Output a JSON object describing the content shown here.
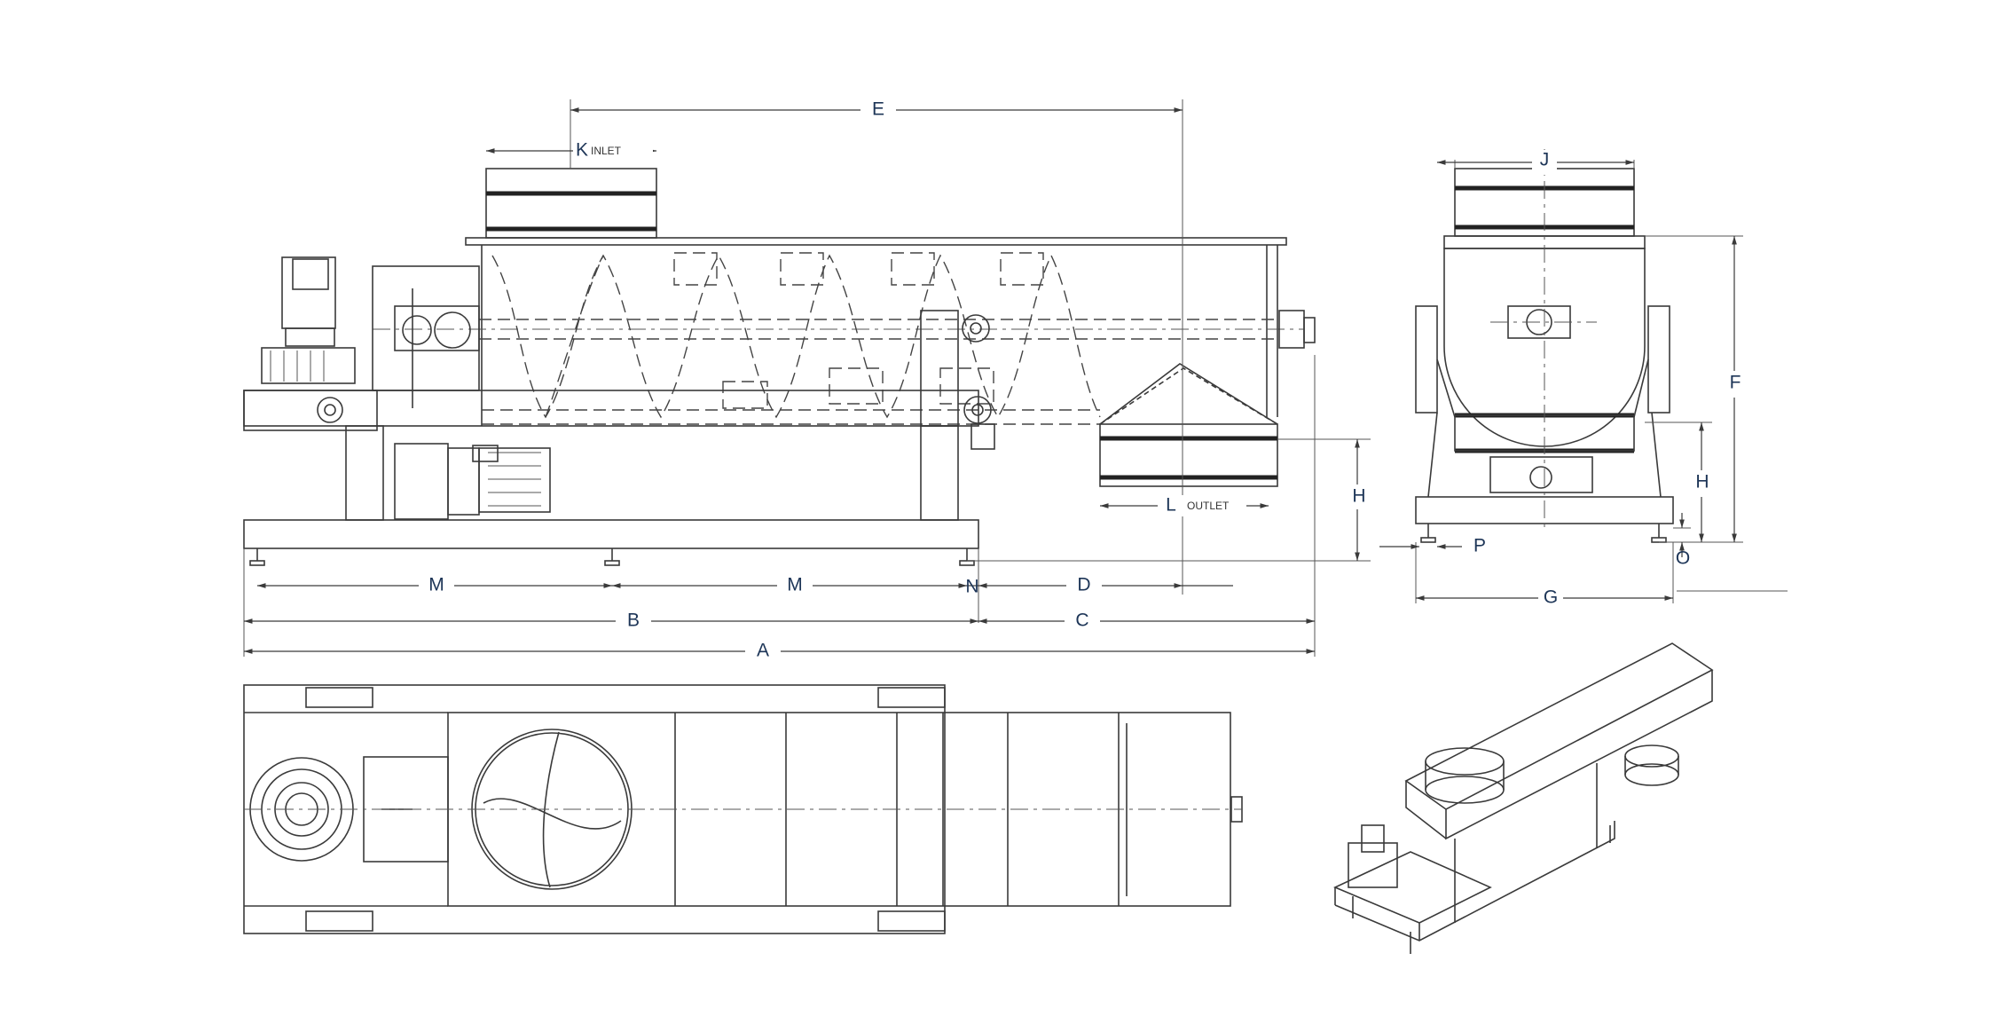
{
  "colors": {
    "line": "#3a3a3a",
    "label": "#1d3557",
    "background": "#ffffff"
  },
  "labels": {
    "E": "E",
    "K": "K",
    "inlet": "INLET",
    "J": "J",
    "F": "F",
    "H_side": "H",
    "H_end": "H",
    "L": "L",
    "outlet": "OUTLET",
    "P": "P",
    "O": "O",
    "G": "G",
    "M1": "M",
    "M2": "M",
    "N": "N",
    "D": "D",
    "B": "B",
    "C": "C",
    "A": "A"
  },
  "views": [
    "side-elevation",
    "end-elevation",
    "plan-view",
    "isometric-view"
  ]
}
